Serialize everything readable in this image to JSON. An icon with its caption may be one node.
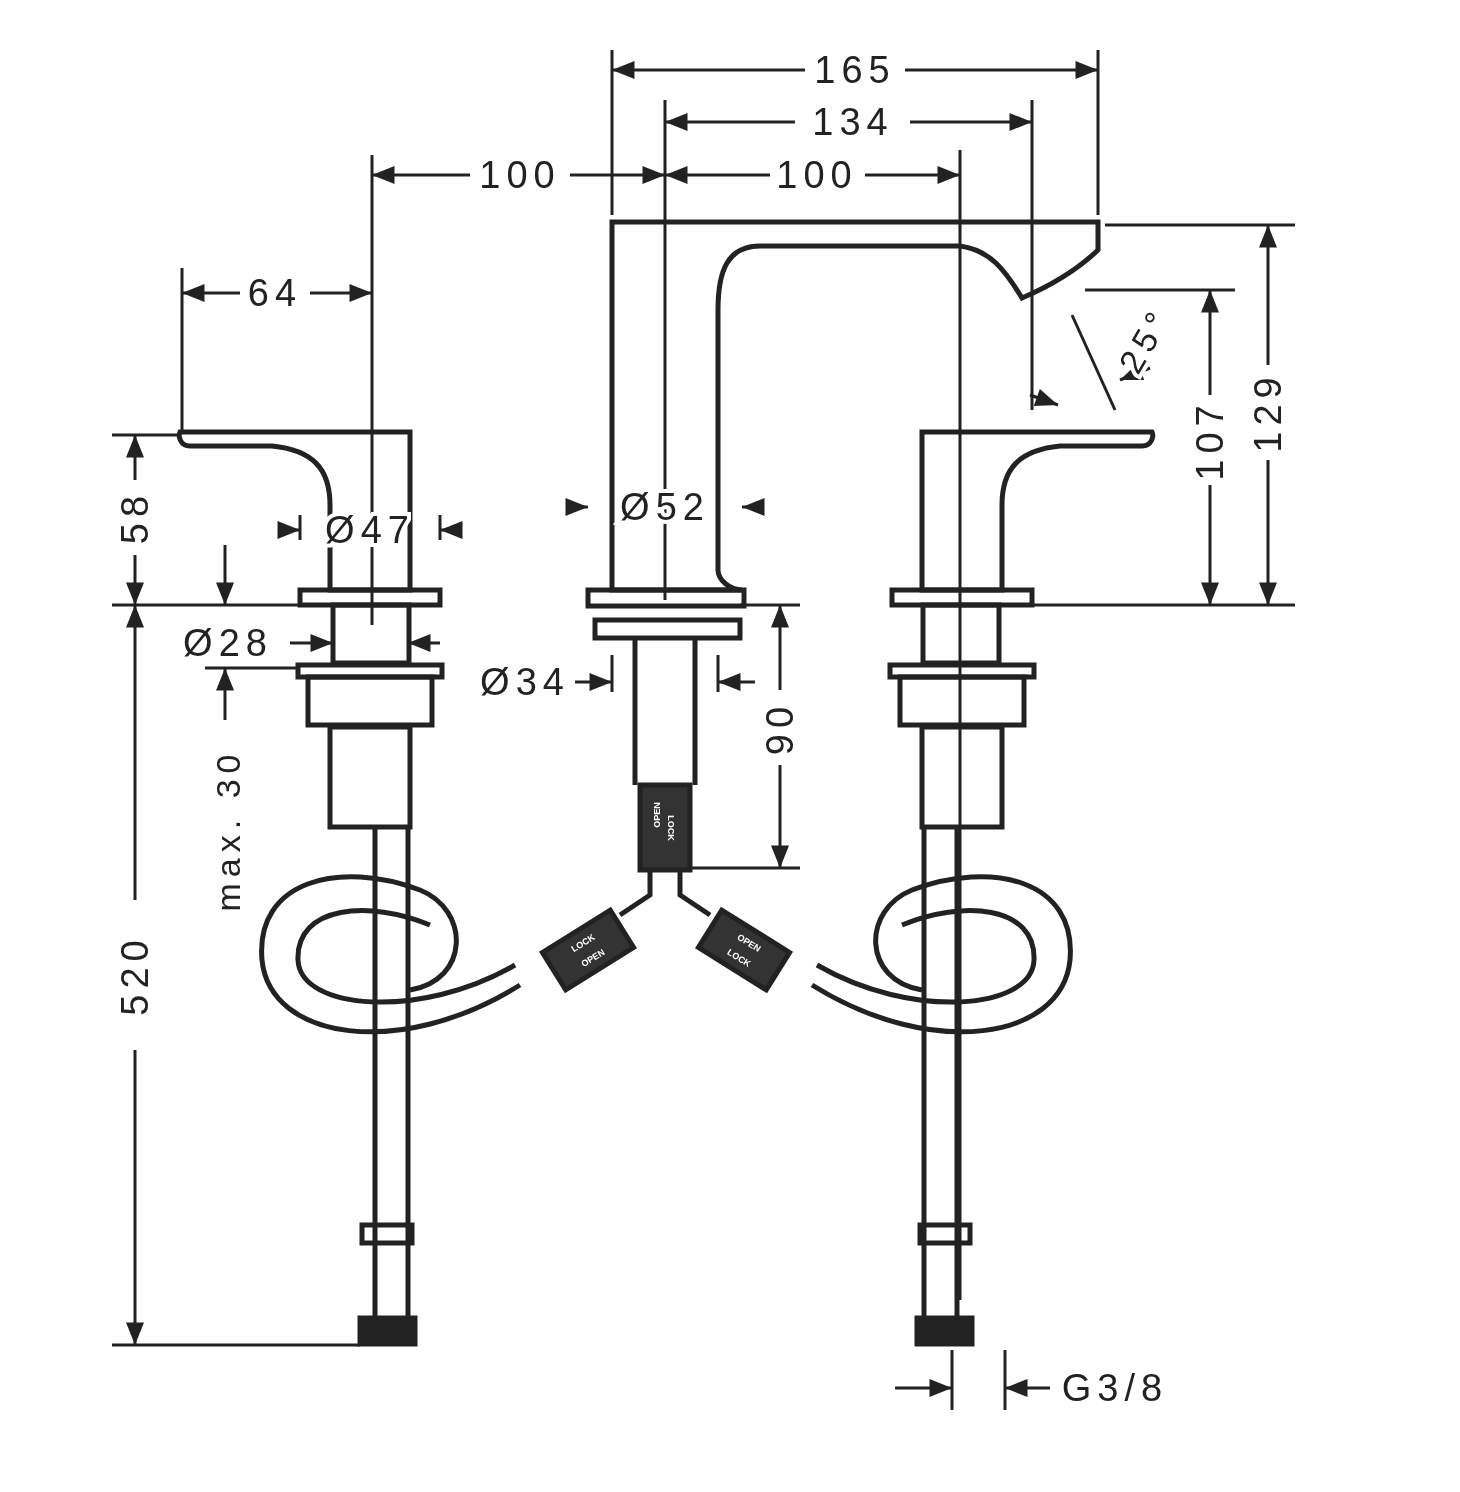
{
  "diagram": {
    "labels": [
      "165",
      "134",
      "100",
      "100",
      "64",
      "25°",
      "58",
      "Ø47",
      "Ø52",
      "107",
      "129",
      "Ø28",
      "Ø34",
      "max. 30",
      "90",
      "520",
      "OPEN",
      "LOCK",
      "LOCK",
      "OPEN",
      "OPEN",
      "LOCK",
      "G3/8"
    ]
  }
}
